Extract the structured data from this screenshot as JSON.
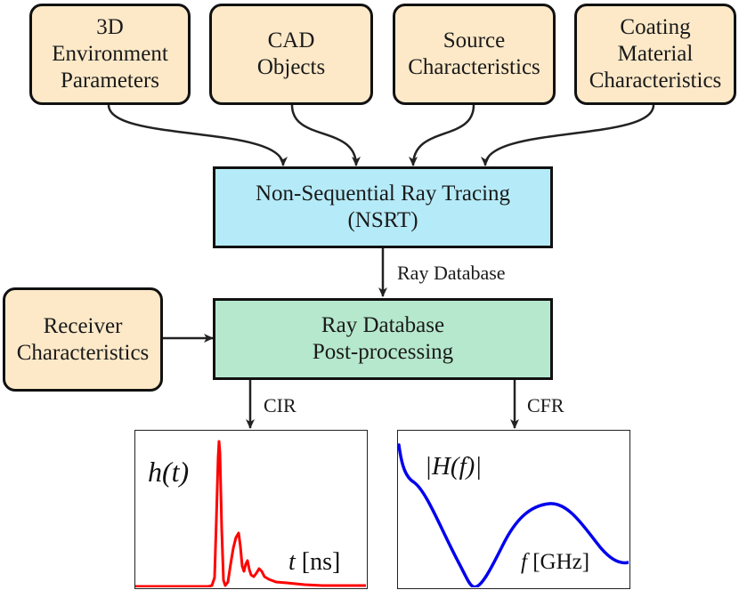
{
  "inputs": {
    "env": [
      "3D",
      "Environment",
      "Parameters"
    ],
    "cad": [
      "CAD",
      "Objects"
    ],
    "source": [
      "Source",
      "Characteristics"
    ],
    "coating": [
      "Coating",
      "Material",
      "Characteristics"
    ],
    "receiver": [
      "Receiver",
      "Characteristics"
    ]
  },
  "nsrt": [
    "Non-Sequential Ray Tracing",
    "(NSRT)"
  ],
  "postprocess": [
    "Ray Database",
    "Post-processing"
  ],
  "edges": {
    "ray_database": "Ray Database",
    "cir": "CIR",
    "cfr": "CFR"
  },
  "cir_plot": {
    "y_label": "h(t)",
    "x_var": "t",
    "x_unit": "[ns]"
  },
  "cfr_plot": {
    "y_label": "|H(f)|",
    "x_var": "f",
    "x_unit": "[GHz]"
  },
  "colors": {
    "input_fill": "#fde9c8",
    "nsrt_fill": "#b5ebf8",
    "post_fill": "#b6e8cd",
    "cir_curve": "#ff0000",
    "cfr_curve": "#0000ee"
  }
}
